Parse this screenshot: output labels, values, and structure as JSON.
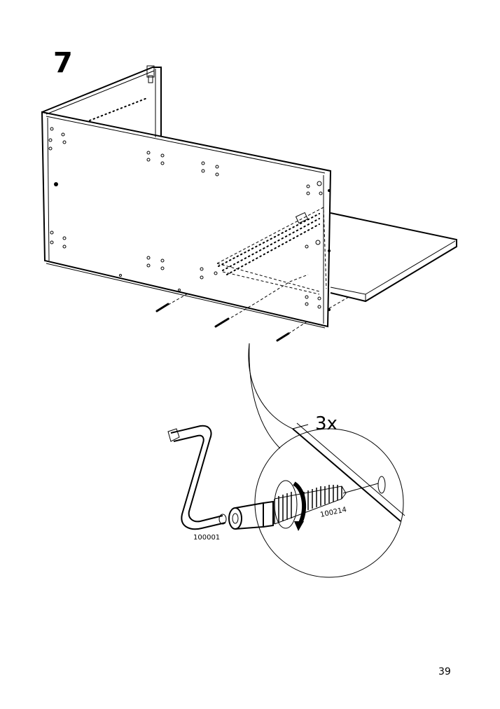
{
  "step": {
    "number": "7"
  },
  "detail": {
    "quantity": "3x",
    "tool_part_number": "100001",
    "dowel_part_number": "100214"
  },
  "icons": [
    "allen-key-icon",
    "cam-lock-screw-icon",
    "rotation-arrow-icon",
    "cabinet-frame-icon"
  ],
  "page": {
    "number": "39"
  }
}
